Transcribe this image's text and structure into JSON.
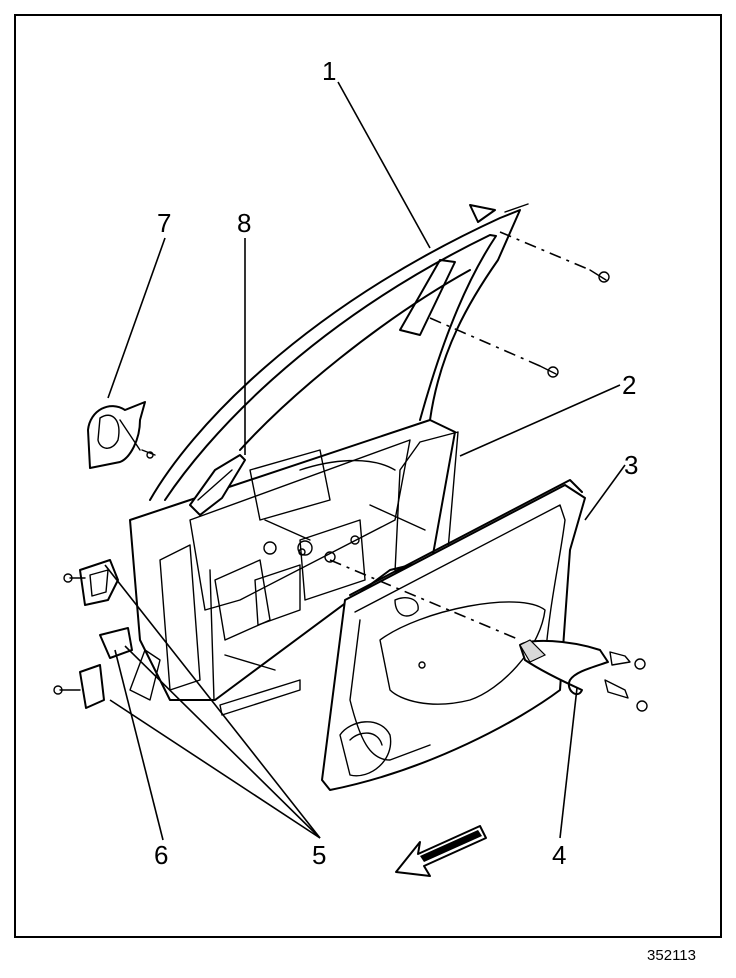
{
  "figure": {
    "id_number": "352113",
    "callouts": [
      {
        "key": "c1",
        "text": "1"
      },
      {
        "key": "c2",
        "text": "2"
      },
      {
        "key": "c3",
        "text": "3"
      },
      {
        "key": "c4",
        "text": "4"
      },
      {
        "key": "c5",
        "text": "5"
      },
      {
        "key": "c6",
        "text": "6"
      },
      {
        "key": "c7",
        "text": "7"
      },
      {
        "key": "c8",
        "text": "8"
      }
    ],
    "icons": [
      "front-direction-arrow-icon"
    ]
  }
}
